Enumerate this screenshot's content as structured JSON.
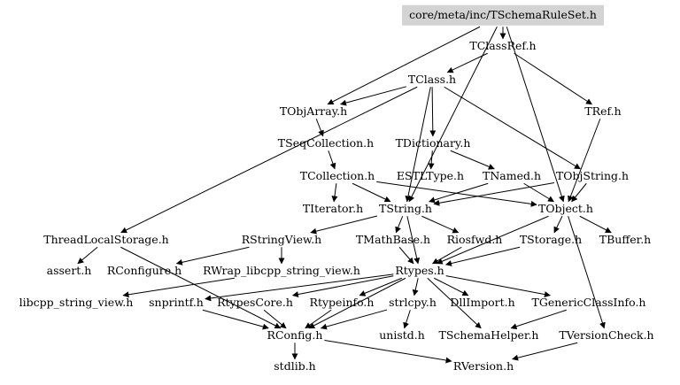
{
  "title": "core/meta/inc/TSchemaRuleSet.h",
  "nodes": {
    "root": "core/meta/inc/TSchemaRuleSet.h",
    "tclassref": "TClassRef.h",
    "tclass": "TClass.h",
    "tobjarray": "TObjArray.h",
    "tref": "TRef.h",
    "tseqcollection": "TSeqCollection.h",
    "tdictionary": "TDictionary.h",
    "tcollection": "TCollection.h",
    "estltype": "ESTLType.h",
    "tnamed": "TNamed.h",
    "tobjstring": "TObjString.h",
    "titerator": "TIterator.h",
    "tstring": "TString.h",
    "tobject": "TObject.h",
    "threadlocalstorage": "ThreadLocalStorage.h",
    "rstringview": "RStringView.h",
    "tmathbase": "TMathBase.h",
    "riosfwd": "Riosfwd.h",
    "tstorage": "TStorage.h",
    "tbuffer": "TBuffer.h",
    "assert": "assert.h",
    "rconfigure": "RConfigure.h",
    "rwrap": "RWrap_libcpp_string_view.h",
    "rtypes": "Rtypes.h",
    "libcpp": "libcpp_string_view.h",
    "snprintf": "snprintf.h",
    "rtypescore": "RtypesCore.h",
    "rtypeinfo": "Rtypeinfo.h",
    "strlcpy": "strlcpy.h",
    "dllimport": "DllImport.h",
    "tgenericclassinfo": "TGenericClassInfo.h",
    "rconfig": "RConfig.h",
    "unistd": "unistd.h",
    "tschemahelper": "TSchemaHelper.h",
    "tversioncheck": "TVersionCheck.h",
    "stdlib": "stdlib.h",
    "rversion": "RVersion.h"
  },
  "edges": [
    [
      "root",
      "tclassref"
    ],
    [
      "root",
      "tobjarray"
    ],
    [
      "root",
      "tstring"
    ],
    [
      "root",
      "tobject"
    ],
    [
      "tclassref",
      "tclass"
    ],
    [
      "tclassref",
      "tref"
    ],
    [
      "tclass",
      "tobjarray"
    ],
    [
      "tclass",
      "tdictionary"
    ],
    [
      "tclass",
      "tobjstring"
    ],
    [
      "tclass",
      "tstring"
    ],
    [
      "tclass",
      "threadlocalstorage"
    ],
    [
      "tobjarray",
      "tseqcollection"
    ],
    [
      "tseqcollection",
      "tcollection"
    ],
    [
      "tcollection",
      "titerator"
    ],
    [
      "tcollection",
      "tstring"
    ],
    [
      "tcollection",
      "tobject"
    ],
    [
      "tdictionary",
      "estltype"
    ],
    [
      "tdictionary",
      "tnamed"
    ],
    [
      "tnamed",
      "tstring"
    ],
    [
      "tnamed",
      "tobject"
    ],
    [
      "tobjstring",
      "tstring"
    ],
    [
      "tobjstring",
      "tobject"
    ],
    [
      "tref",
      "tobject"
    ],
    [
      "tstring",
      "tmathbase"
    ],
    [
      "tstring",
      "riosfwd"
    ],
    [
      "tstring",
      "rstringview"
    ],
    [
      "tstring",
      "rtypes"
    ],
    [
      "tobject",
      "tstorage"
    ],
    [
      "tobject",
      "tbuffer"
    ],
    [
      "tobject",
      "rtypes"
    ],
    [
      "tobject",
      "tversioncheck"
    ],
    [
      "rstringview",
      "rconfigure"
    ],
    [
      "rstringview",
      "rwrap"
    ],
    [
      "tstorage",
      "rtypes"
    ],
    [
      "tmathbase",
      "rtypes"
    ],
    [
      "riosfwd",
      "rtypes"
    ],
    [
      "threadlocalstorage",
      "assert"
    ],
    [
      "threadlocalstorage",
      "rconfig"
    ],
    [
      "rwrap",
      "libcpp"
    ],
    [
      "rtypes",
      "snprintf"
    ],
    [
      "rtypes",
      "rtypescore"
    ],
    [
      "rtypes",
      "rtypeinfo"
    ],
    [
      "rtypes",
      "strlcpy"
    ],
    [
      "rtypes",
      "dllimport"
    ],
    [
      "rtypes",
      "tgenericclassinfo"
    ],
    [
      "rtypes",
      "rconfig"
    ],
    [
      "rtypes",
      "tschemahelper"
    ],
    [
      "snprintf",
      "rconfig"
    ],
    [
      "rtypescore",
      "rconfig"
    ],
    [
      "rtypeinfo",
      "rconfig"
    ],
    [
      "strlcpy",
      "rconfig"
    ],
    [
      "strlcpy",
      "unistd"
    ],
    [
      "tgenericclassinfo",
      "tschemahelper"
    ],
    [
      "rconfig",
      "stdlib"
    ],
    [
      "rconfig",
      "rversion"
    ],
    [
      "tversioncheck",
      "rversion"
    ]
  ]
}
